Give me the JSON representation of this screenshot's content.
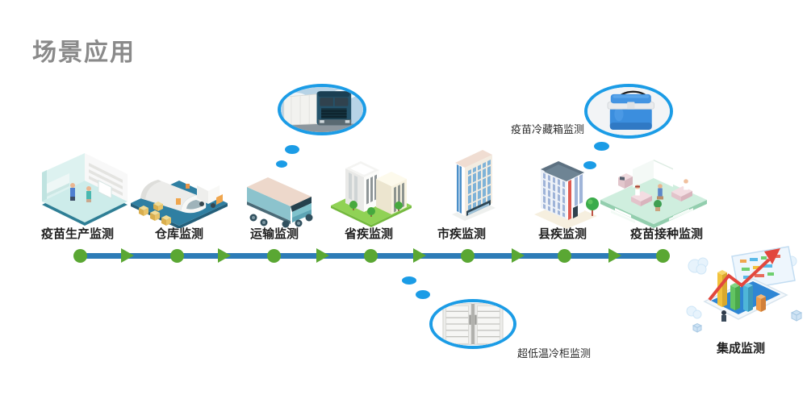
{
  "title": "场景应用",
  "colors": {
    "timeline_line": "#2d7cb7",
    "timeline_node_green": "#5aa733",
    "callout_blue": "#1b9ce6",
    "title_gray": "#8a8a8a",
    "label_dark": "#1f1f1f"
  },
  "timeline": {
    "stages": [
      {
        "label": "疫苗生产监测",
        "icon": "vaccine-production-lab"
      },
      {
        "label": "仓库监测",
        "icon": "warehouse"
      },
      {
        "label": "运输监测",
        "icon": "delivery-truck"
      },
      {
        "label": "省疾监测",
        "icon": "provincial-cdc-building"
      },
      {
        "label": "市疾监测",
        "icon": "municipal-cdc-building"
      },
      {
        "label": "县疾监测",
        "icon": "county-cdc-building"
      },
      {
        "label": "疫苗接种监测",
        "icon": "vaccination-clinic"
      }
    ]
  },
  "callouts": {
    "transport_truck": {
      "icon": "refrigerated-truck-photo"
    },
    "cold_box": {
      "label": "疫苗冷藏箱监测",
      "icon": "vaccine-cold-box-photo"
    },
    "ultralow_freezer": {
      "label": "超低温冷柜监测",
      "icon": "ultra-low-freezer-photo"
    }
  },
  "integration": {
    "label": "集成监测",
    "icon": "integrated-monitoring-dashboard"
  }
}
